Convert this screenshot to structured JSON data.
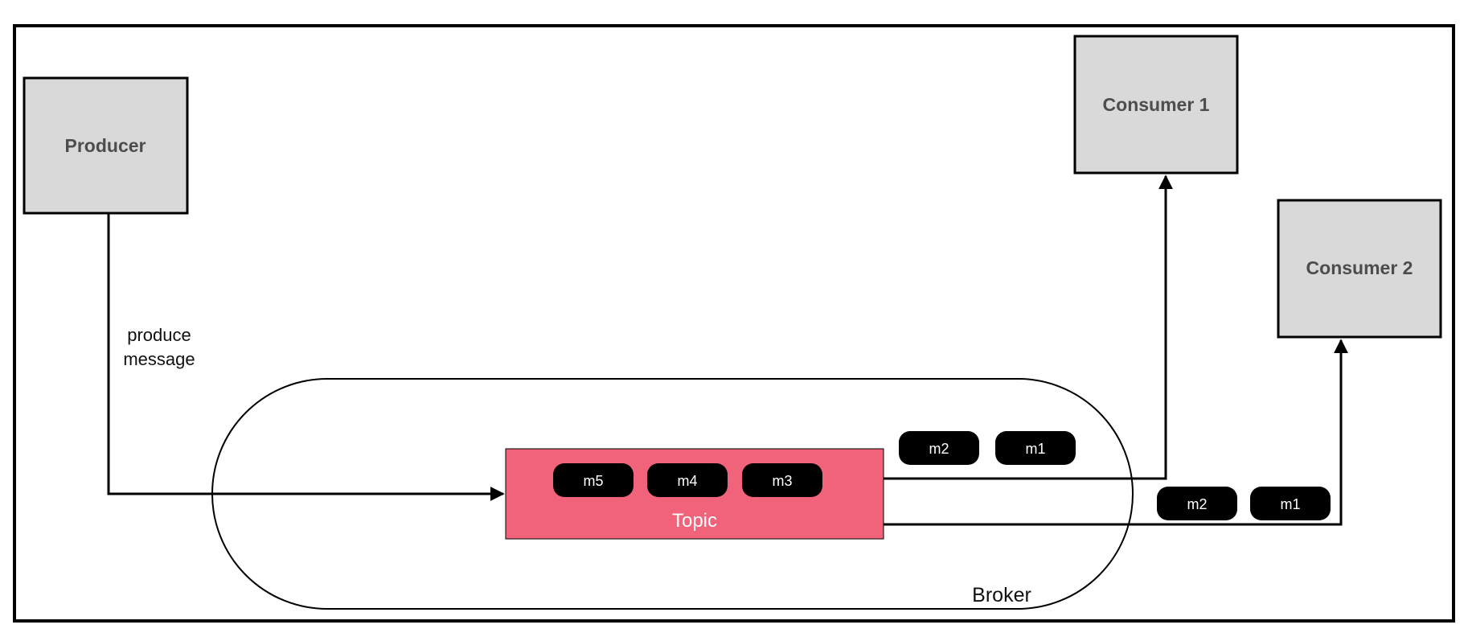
{
  "colors": {
    "node_fill": "#d9d9d9",
    "node_stroke": "#000000",
    "topic_fill": "#f0637a",
    "message_fill": "#000000",
    "message_text": "#ffffff",
    "line": "#000000"
  },
  "nodes": {
    "producer": {
      "label": "Producer"
    },
    "consumer1": {
      "label": "Consumer 1"
    },
    "consumer2": {
      "label": "Consumer 2"
    },
    "broker": {
      "label": "Broker"
    },
    "topic": {
      "label": "Topic"
    }
  },
  "edges": {
    "produce": {
      "label_line1": "produce",
      "label_line2": "message"
    }
  },
  "messages": {
    "topic_queue": [
      "m5",
      "m4",
      "m3"
    ],
    "to_consumer1": [
      "m2",
      "m1"
    ],
    "to_consumer2": [
      "m2",
      "m1"
    ]
  }
}
